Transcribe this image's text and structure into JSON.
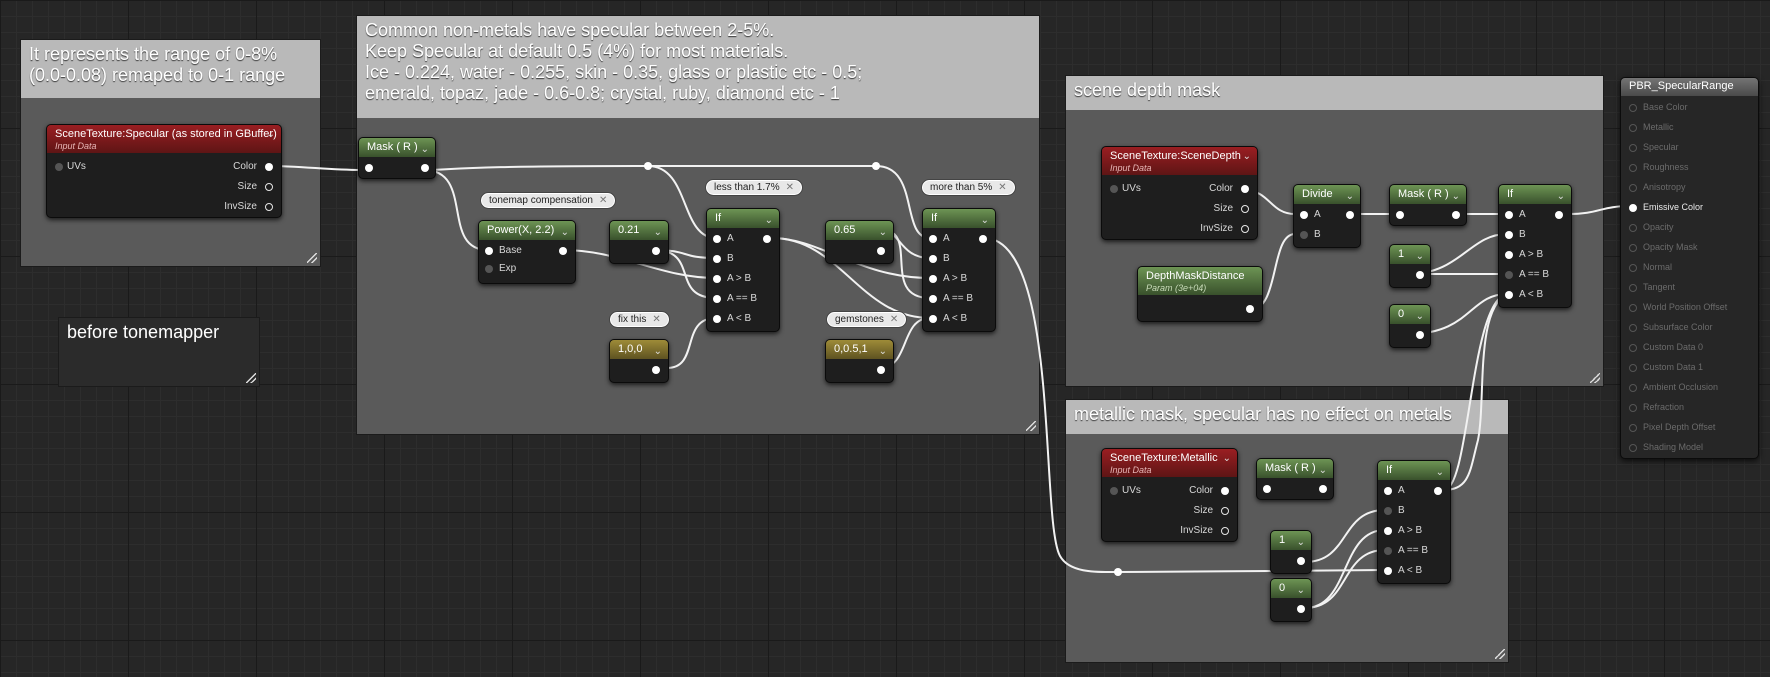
{
  "comments": {
    "range": {
      "lines": [
        "It represents the range of 0-8%",
        "(0.0-0.08) remaped to 0-1 range"
      ]
    },
    "before": {
      "lines": [
        "before tonemapper"
      ]
    },
    "main": {
      "lines": [
        "Common non-metals have specular between 2-5%.",
        "Keep Specular at default 0.5 (4%) for most materials.",
        "Ice - 0.224, water - 0.255, skin - 0.35, glass or plastic etc - 0.5;",
        "emerald, topaz, jade - 0.6-0.8; crystal, ruby, diamond etc - 1"
      ]
    },
    "depth": {
      "lines": [
        "scene depth mask"
      ]
    },
    "metallic": {
      "lines": [
        "metallic mask, specular has no effect on metals"
      ]
    }
  },
  "nodes": {
    "scene_specular": {
      "title": "SceneTexture:Specular (as stored in GBuffer)",
      "subtitle": "Input Data",
      "in_uvs": "UVs",
      "out_color": "Color",
      "out_size": "Size",
      "out_invsize": "InvSize"
    },
    "mask_r_1": {
      "title": "Mask ( R )"
    },
    "power": {
      "title": "Power(X, 2.2)",
      "in_base": "Base",
      "in_exp": "Exp"
    },
    "c_021": {
      "title": "0.21"
    },
    "v_100": {
      "title": "1,0,0"
    },
    "if_1": {
      "title": "If",
      "a": "A",
      "b": "B",
      "agt": "A > B",
      "aeq": "A == B",
      "alt": "A < B"
    },
    "c_065": {
      "title": "0.65"
    },
    "v_0051": {
      "title": "0,0.5,1"
    },
    "if_2": {
      "title": "If",
      "a": "A",
      "b": "B",
      "agt": "A > B",
      "aeq": "A == B",
      "alt": "A < B"
    },
    "scene_depth": {
      "title": "SceneTexture:SceneDepth",
      "subtitle": "Input Data",
      "in_uvs": "UVs",
      "out_color": "Color",
      "out_size": "Size",
      "out_invsize": "InvSize"
    },
    "divide": {
      "title": "Divide",
      "a": "A",
      "b": "B"
    },
    "depth_param": {
      "title": "DepthMaskDistance",
      "subtitle": "Param (3e+04)"
    },
    "mask_r_2": {
      "title": "Mask ( R )"
    },
    "c_1a": {
      "title": "1"
    },
    "c_0a": {
      "title": "0"
    },
    "if_3": {
      "title": "If",
      "a": "A",
      "b": "B",
      "agt": "A > B",
      "aeq": "A == B",
      "alt": "A < B"
    },
    "scene_metallic": {
      "title": "SceneTexture:Metallic",
      "subtitle": "Input Data",
      "in_uvs": "UVs",
      "out_color": "Color",
      "out_size": "Size",
      "out_invsize": "InvSize"
    },
    "mask_r_3": {
      "title": "Mask ( R )"
    },
    "c_1b": {
      "title": "1"
    },
    "c_0b": {
      "title": "0"
    },
    "if_4": {
      "title": "If",
      "a": "A",
      "b": "B",
      "agt": "A > B",
      "aeq": "A == B",
      "alt": "A < B"
    }
  },
  "tips": {
    "tonemap": "tonemap compensation",
    "less": "less than 1.7%",
    "more": "more than 5%",
    "fix": "fix this",
    "gems": "gemstones"
  },
  "output": {
    "title": "PBR_SpecularRange",
    "pins": [
      "Base Color",
      "Metallic",
      "Specular",
      "Roughness",
      "Anisotropy",
      "Emissive Color",
      "Opacity",
      "Opacity Mask",
      "Normal",
      "Tangent",
      "World Position Offset",
      "Subsurface Color",
      "Custom Data 0",
      "Custom Data 1",
      "Ambient Occlusion",
      "Refraction",
      "Pixel Depth Offset",
      "Shading Model"
    ],
    "active_pin": "Emissive Color"
  },
  "colors": {
    "comment_title": "#b9b9b9",
    "comment_body": "#5a5a5a",
    "texture_header": "#9a1e22",
    "math_header": "#6d9454",
    "vector_header": "#9e8b38"
  }
}
